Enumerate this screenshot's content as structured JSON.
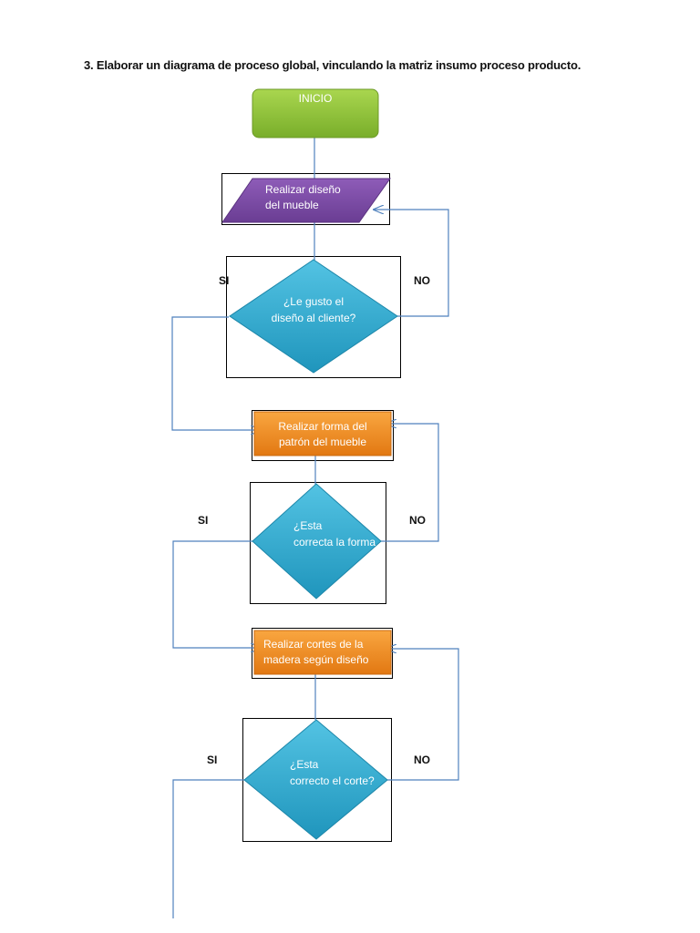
{
  "title": "3. Elaborar un diagrama de proceso global, vinculando la matriz insumo proceso producto.",
  "nodes": {
    "start": "INICIO",
    "design": [
      "Realizar diseño",
      "del mueble"
    ],
    "decision_1": [
      "¿Le gusto el",
      "diseño al cliente?"
    ],
    "pattern": [
      "Realizar forma del",
      "patrón del mueble"
    ],
    "decision_2": [
      "¿Esta",
      "correcta la forma"
    ],
    "cut": [
      "Realizar cortes de la",
      "madera según diseño"
    ],
    "decision_3": [
      "¿Esta",
      "correcto el corte?"
    ]
  },
  "branch_labels": {
    "decision_1_yes": "SI",
    "decision_1_no": "NO",
    "decision_2_yes": "SI",
    "decision_2_no": "NO",
    "decision_3_yes": "SI",
    "decision_3_no": "NO"
  },
  "colors": {
    "start_fill": "#8fc33a",
    "design_fill": "#7a4aa3",
    "decision_fill": "#2aa7cc",
    "process_fill": "#f28a1c",
    "connector": "#4f81bd"
  }
}
